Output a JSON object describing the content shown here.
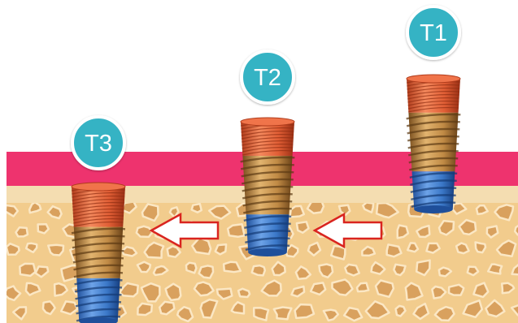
{
  "stages": [
    {
      "id": "t1",
      "label": "T1"
    },
    {
      "id": "t2",
      "label": "T2"
    },
    {
      "id": "t3",
      "label": "T3"
    }
  ],
  "colors": {
    "gum": "#ee336e",
    "bone_top_band": "#f4ddb1",
    "bone_fill": "#f2cc8d",
    "bone_chunk": "#d9a15e",
    "badge": "#36b3c4",
    "implant_coronal": "#e05e35",
    "implant_middle": "#c08a45",
    "implant_apical": "#3b78c8",
    "arrow_outline": "#d9241f"
  },
  "icons": [
    "implant-icon",
    "left-arrow-icon"
  ]
}
